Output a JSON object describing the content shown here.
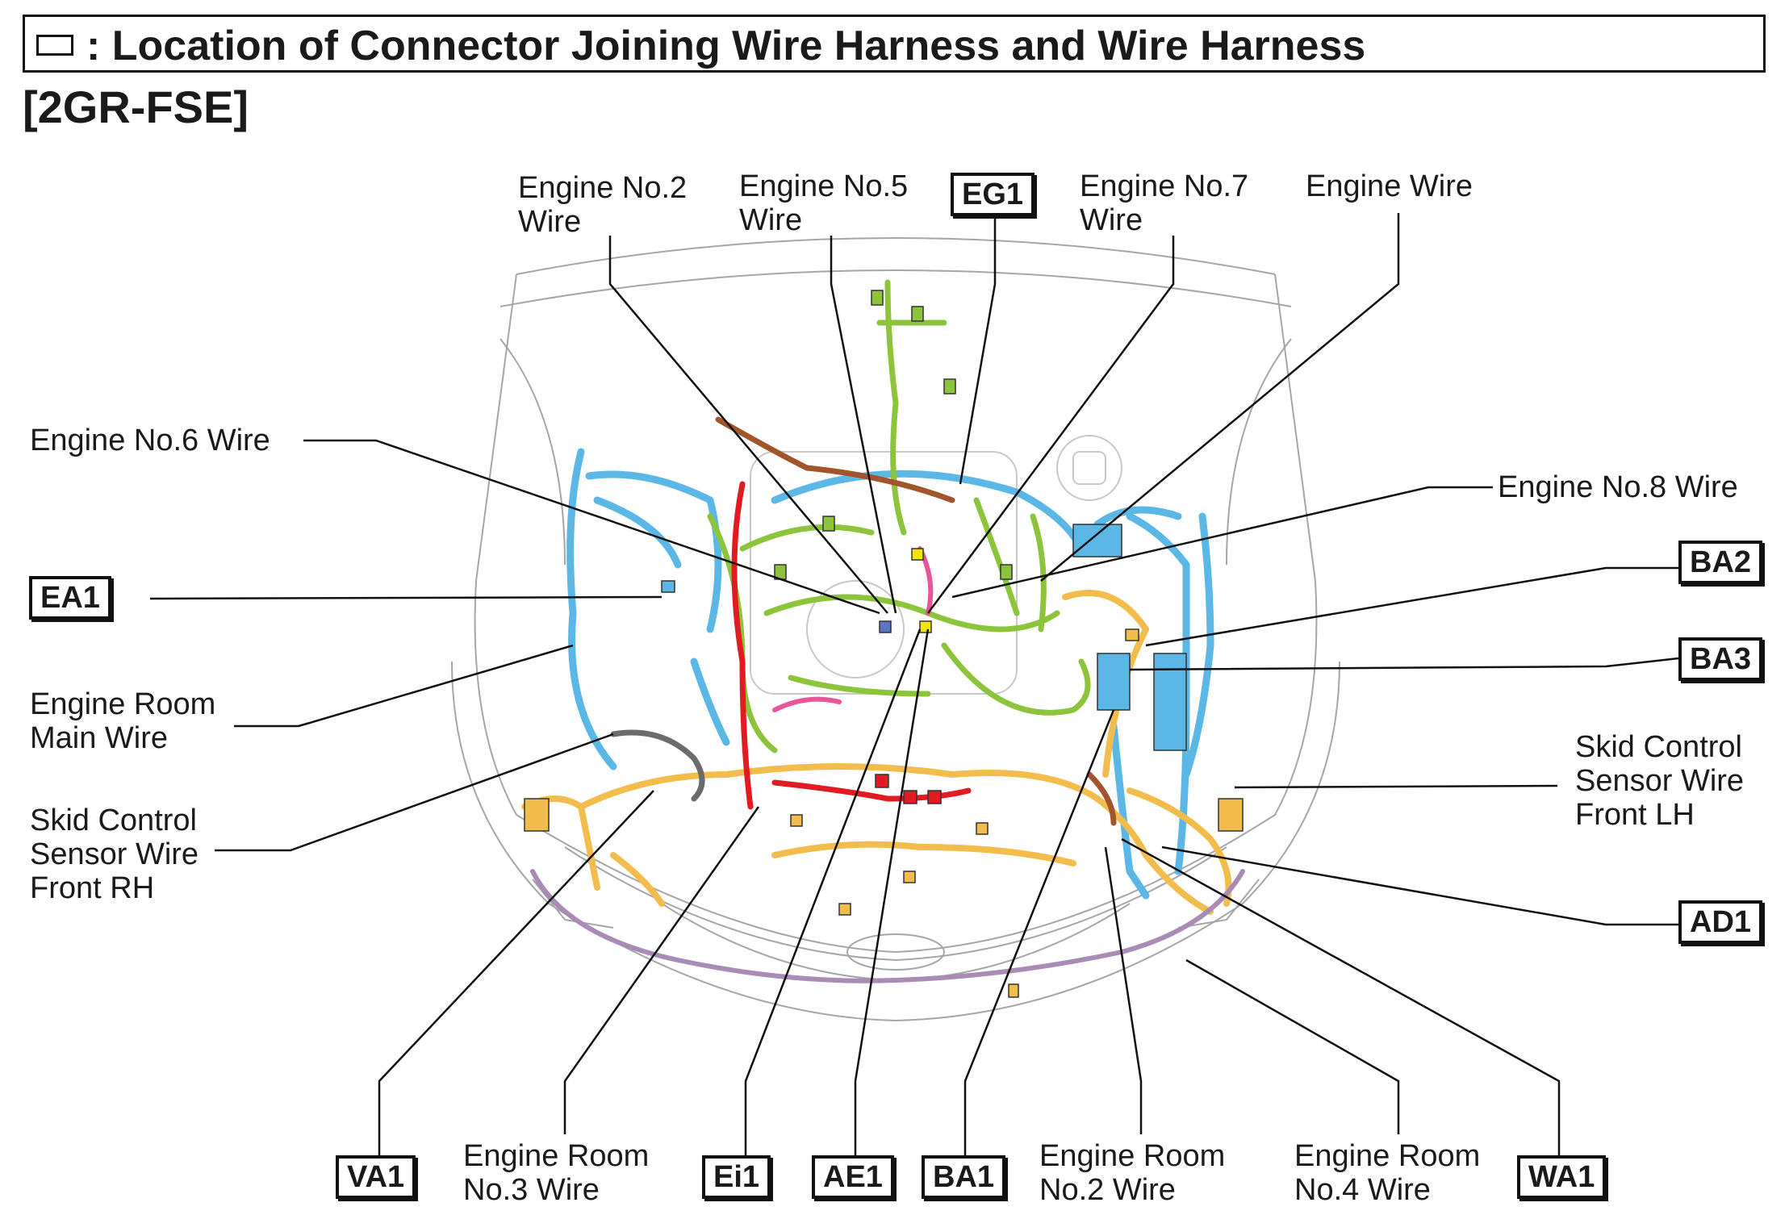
{
  "title": ": Location of Connector Joining Wire Harness and Wire Harness",
  "subtitle": "[2GR-FSE]",
  "labels": {
    "engine_no2": [
      "Engine No.2",
      "Wire"
    ],
    "engine_no5": [
      "Engine No.5",
      "Wire"
    ],
    "engine_no7": [
      "Engine No.7",
      "Wire"
    ],
    "engine_wire": "Engine Wire",
    "engine_no6": "Engine No.6 Wire",
    "engine_no8": "Engine No.8 Wire",
    "engine_room_main": [
      "Engine Room",
      "Main Wire"
    ],
    "skid_rh": [
      "Skid Control",
      "Sensor Wire",
      "Front RH"
    ],
    "skid_lh": [
      "Skid Control",
      "Sensor Wire",
      "Front LH"
    ],
    "engine_room_no3": [
      "Engine Room",
      "No.3 Wire"
    ],
    "engine_room_no2": [
      "Engine Room",
      "No.2 Wire"
    ],
    "engine_room_no4": [
      "Engine Room",
      "No.4 Wire"
    ]
  },
  "codes": {
    "eg1": "EG1",
    "ea1": "EA1",
    "ba2": "BA2",
    "ba3": "BA3",
    "ad1": "AD1",
    "va1": "VA1",
    "ei1": "Ei1",
    "ae1": "AE1",
    "ba1": "BA1",
    "wa1": "WA1"
  },
  "colors": {
    "blue_harness": "#5bb8e6",
    "green_harness": "#8cc43c",
    "yellow_harness": "#f2bd4c",
    "red_harness": "#e21b23",
    "brown_harness": "#a2542a",
    "purple_harness": "#a98bb5",
    "pink_harness": "#e7559a",
    "gray_harness": "#6b6b6b",
    "body_outline": "#9a9a9a"
  }
}
